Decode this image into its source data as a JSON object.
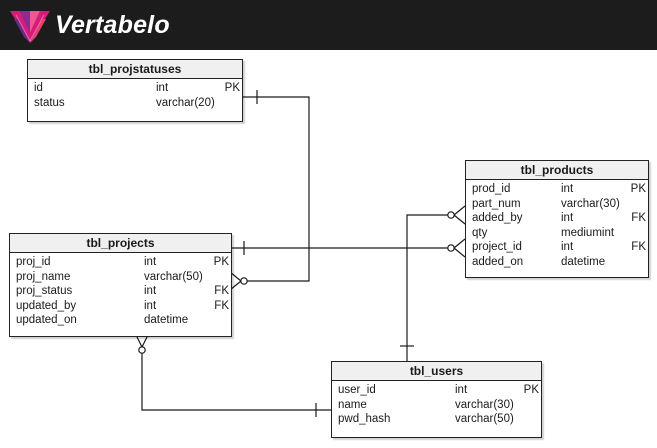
{
  "header": {
    "brand": "Vertabelo",
    "logo_icon": "vertabelo-logo-icon",
    "bg_color": "#1c1c1c"
  },
  "tables": {
    "projstatuses": {
      "title": "tbl_projstatuses",
      "columns": [
        {
          "name": "id",
          "type": "int",
          "key": "PK"
        },
        {
          "name": "status",
          "type": "varchar(20)",
          "key": ""
        }
      ]
    },
    "products": {
      "title": "tbl_products",
      "columns": [
        {
          "name": "prod_id",
          "type": "int",
          "key": "PK"
        },
        {
          "name": "part_num",
          "type": "varchar(30)",
          "key": ""
        },
        {
          "name": "added_by",
          "type": "int",
          "key": "FK"
        },
        {
          "name": "qty",
          "type": "mediumint",
          "key": ""
        },
        {
          "name": "project_id",
          "type": "int",
          "key": "FK"
        },
        {
          "name": "added_on",
          "type": "datetime",
          "key": ""
        }
      ]
    },
    "projects": {
      "title": "tbl_projects",
      "columns": [
        {
          "name": "proj_id",
          "type": "int",
          "key": "PK"
        },
        {
          "name": "proj_name",
          "type": "varchar(50)",
          "key": ""
        },
        {
          "name": "proj_status",
          "type": "int",
          "key": "FK"
        },
        {
          "name": "updated_by",
          "type": "int",
          "key": "FK"
        },
        {
          "name": "updated_on",
          "type": "datetime",
          "key": ""
        }
      ]
    },
    "users": {
      "title": "tbl_users",
      "columns": [
        {
          "name": "user_id",
          "type": "int",
          "key": "PK"
        },
        {
          "name": "name",
          "type": "varchar(30)",
          "key": ""
        },
        {
          "name": "pwd_hash",
          "type": "varchar(50)",
          "key": ""
        }
      ]
    }
  }
}
